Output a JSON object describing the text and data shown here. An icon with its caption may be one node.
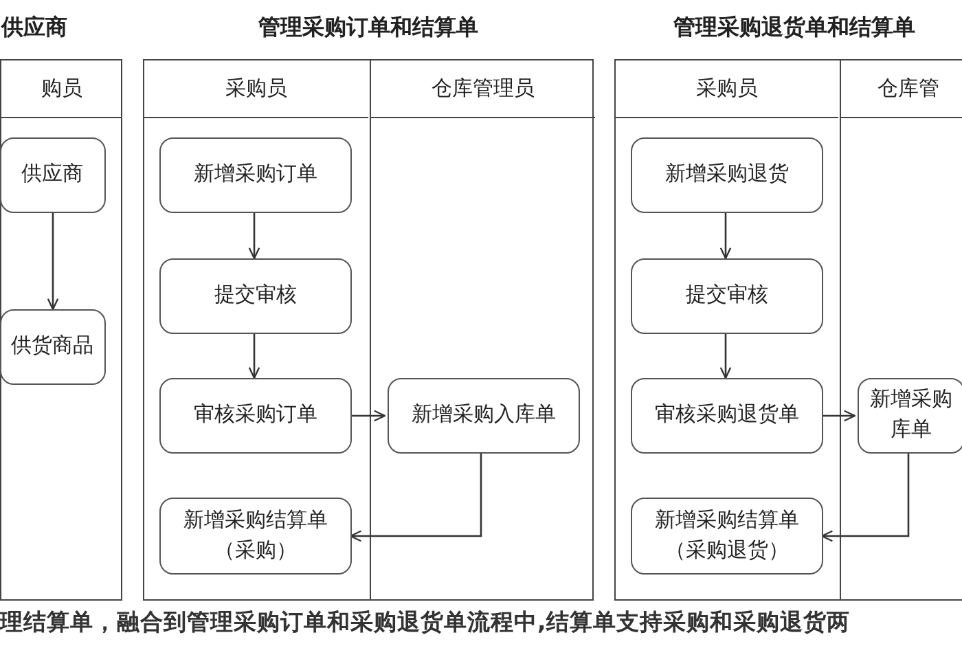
{
  "diagram": {
    "caption": "理结算单，融合到管理采购订单和采购退货单流程中,结算单支持采购和采购退货两",
    "nodes": [
      {
        "text": [
          "供应商"
        ]
      },
      {
        "text": [
          "购员"
        ],
        "in": 0
      },
      {
        "text": [
          "供应商"
        ],
        "in": 1
      },
      {
        "text": [
          "供货商品"
        ],
        "in": 1
      },
      {
        "text": [
          "管理采购订单和结算单"
        ]
      },
      {
        "text": [
          "采购员"
        ],
        "in": 4
      },
      {
        "text": [
          "仓库管理员"
        ],
        "in": 4
      },
      {
        "text": [
          "新增采购订单"
        ],
        "in": 5
      },
      {
        "text": [
          "提交审核"
        ],
        "in": 5
      },
      {
        "text": [
          "审核采购订单"
        ],
        "in": 5
      },
      {
        "text": [
          "新增采购结算单（采购）"
        ],
        "in": 5
      },
      {
        "text": [
          "新增采购入库单"
        ],
        "in": 6
      },
      {
        "text": [
          "管理采购退货单和结算单"
        ]
      },
      {
        "text": [
          "采购员"
        ],
        "in": 12
      },
      {
        "text": [
          "仓库管"
        ],
        "in": 12
      },
      {
        "text": [
          "新增采购退货"
        ],
        "in": 13
      },
      {
        "text": [
          "提交审核"
        ],
        "in": 13
      },
      {
        "text": [
          "审核采购退货单"
        ],
        "in": 13
      },
      {
        "text": [
          "新增采购结算单（采购退货）"
        ],
        "in": 13
      },
      {
        "text": [
          "新增采购库单"
        ],
        "in": 14
      }
    ],
    "edges": [
      {
        "from": 2,
        "to": 3,
        "arrow": "to"
      },
      {
        "from": 7,
        "to": 8,
        "arrow": "to"
      },
      {
        "from": 8,
        "to": 9,
        "arrow": "to"
      },
      {
        "from": 9,
        "to": 11,
        "arrow": "to"
      },
      {
        "from": 11,
        "to": 10,
        "arrow": "to"
      },
      {
        "from": 15,
        "to": 16,
        "arrow": "to"
      },
      {
        "from": 16,
        "to": 17,
        "arrow": "to"
      },
      {
        "from": 17,
        "to": 19,
        "arrow": "to"
      },
      {
        "from": 19,
        "to": 18,
        "arrow": "to"
      }
    ]
  }
}
